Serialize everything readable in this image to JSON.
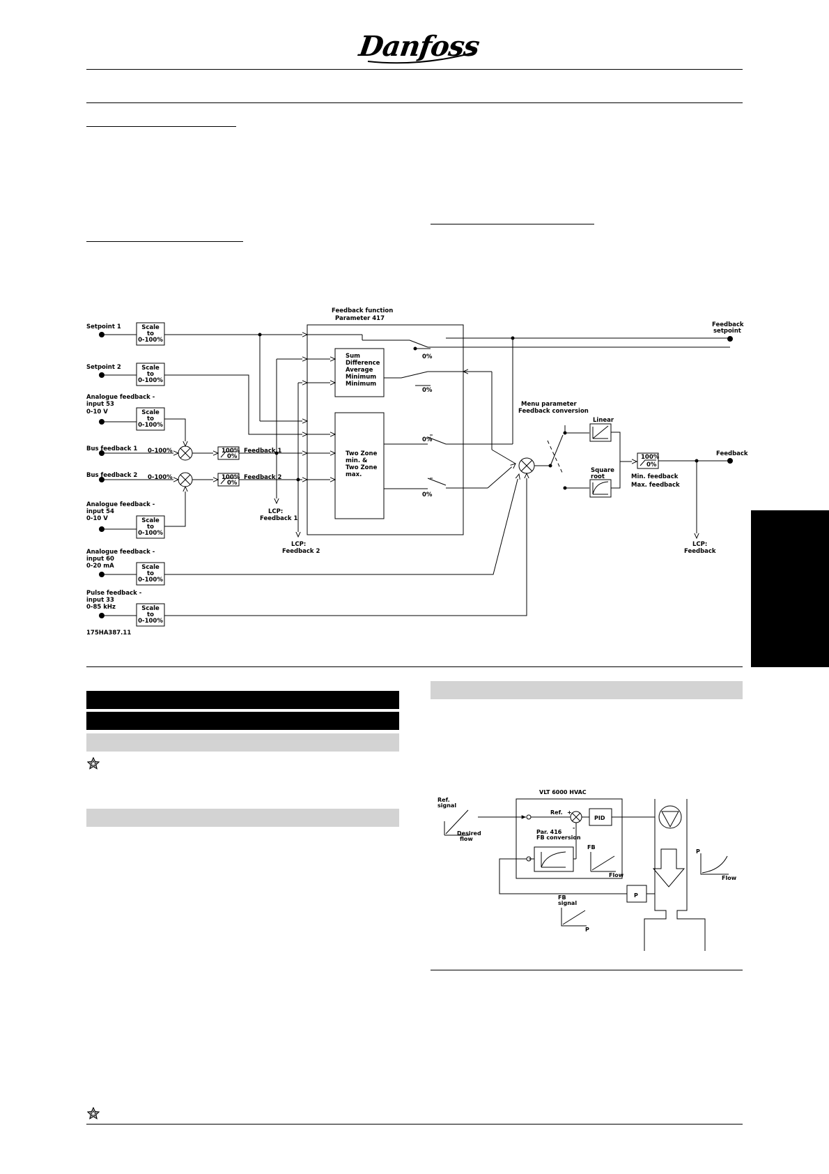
{
  "brand": {
    "logo_text": "Danfoss"
  },
  "diagram": {
    "id_code": "175HA387.11",
    "feedback_function_title": "Feedback function",
    "feedback_function_param": "Parameter 417",
    "inputs": [
      {
        "lines": [
          "Setpoint 1"
        ]
      },
      {
        "lines": [
          "Setpoint 2"
        ]
      },
      {
        "lines": [
          "Analogue feedback -",
          "input 53",
          "0-10 V"
        ]
      },
      {
        "lines": [
          "Bus feedback 1"
        ]
      },
      {
        "lines": [
          "Bus feedback 2"
        ]
      },
      {
        "lines": [
          "Analogue feedback -",
          "input 54",
          "0-10 V"
        ]
      },
      {
        "lines": [
          "Analogue feedback -",
          "input 60",
          "0-20 mA"
        ]
      },
      {
        "lines": [
          "Pulse feedback -",
          "input 33",
          "0-85 kHz"
        ]
      }
    ],
    "scale_box": [
      "Scale",
      "to",
      "0-100%"
    ],
    "bus_range": "0-100%",
    "clamp_top": "100%",
    "clamp_bottom": "0%",
    "feedback1_label": "Feedback 1",
    "feedback2_label": "Feedback 2",
    "functions_box": [
      "Sum",
      "Difference",
      "Average",
      "Minimum",
      "Minimum"
    ],
    "two_zone_box": [
      "Two Zone",
      "min. &",
      "Two Zone",
      "max."
    ],
    "zero_pct": "0%",
    "lcp_feedback1": [
      "LCP:",
      "Feedback 1"
    ],
    "lcp_feedback2": [
      "LCP:",
      "Feedback 2"
    ],
    "menu_param": [
      "Menu parameter",
      "Feedback conversion"
    ],
    "linear": "Linear",
    "square_root": [
      "Square",
      "root"
    ],
    "min_feedback": "Min. feedback",
    "max_feedback": "Max. feedback",
    "feedback_setpoint": [
      "Feedback",
      "setpoint"
    ],
    "feedback_out": "Feedback",
    "lcp_feedback": [
      "LCP:",
      "Feedback"
    ]
  },
  "figure2": {
    "title": "VLT 6000 HVAC",
    "ref_signal": [
      "Ref.",
      "signal"
    ],
    "desired_flow": [
      "Desired",
      "flow"
    ],
    "ref_label": "Ref.",
    "plus": "+",
    "minus": "-",
    "pid": "PID",
    "par_label": [
      "Par. 416",
      "FB conversion"
    ],
    "fb_label": "FB",
    "flow_label": "Flow",
    "p_label": "P",
    "p_axis": "P",
    "flow_axis": "Flow",
    "fb_signal": [
      "FB",
      "signal"
    ],
    "p_small": "P"
  }
}
